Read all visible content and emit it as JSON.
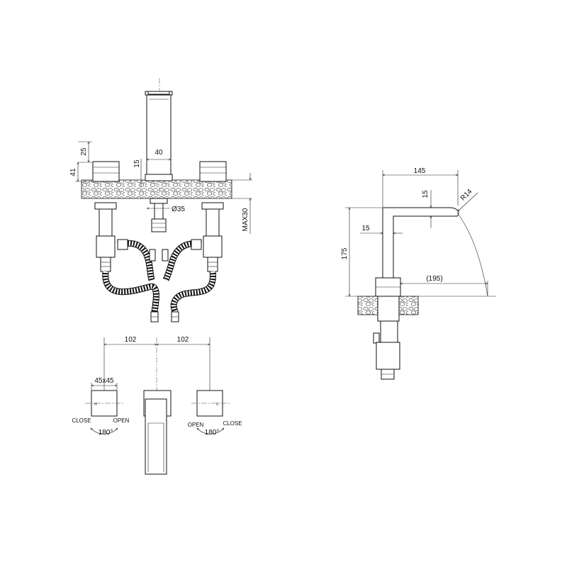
{
  "front_view": {
    "dims": {
      "height_25": "25",
      "height_41": "41",
      "spout_width": "40",
      "spout_gap": "15",
      "hole_dia": "Ø35",
      "deck_max": "MAX30"
    }
  },
  "top_view": {
    "dims": {
      "left_spacing": "102",
      "right_spacing": "102",
      "handle_size": "45x45"
    },
    "left_handle": {
      "letter": "H",
      "close_label": "CLOSE",
      "open_label": "OPEN",
      "rotation": "180°"
    },
    "right_handle": {
      "letter": "C",
      "open_label": "OPEN",
      "close_label": "CLOSE",
      "rotation": "180°"
    }
  },
  "side_view": {
    "dims": {
      "reach": "145",
      "spout_thickness": "15",
      "spout_radius": "R14",
      "body_offset": "15",
      "height": "175",
      "throw": "(195)"
    }
  }
}
